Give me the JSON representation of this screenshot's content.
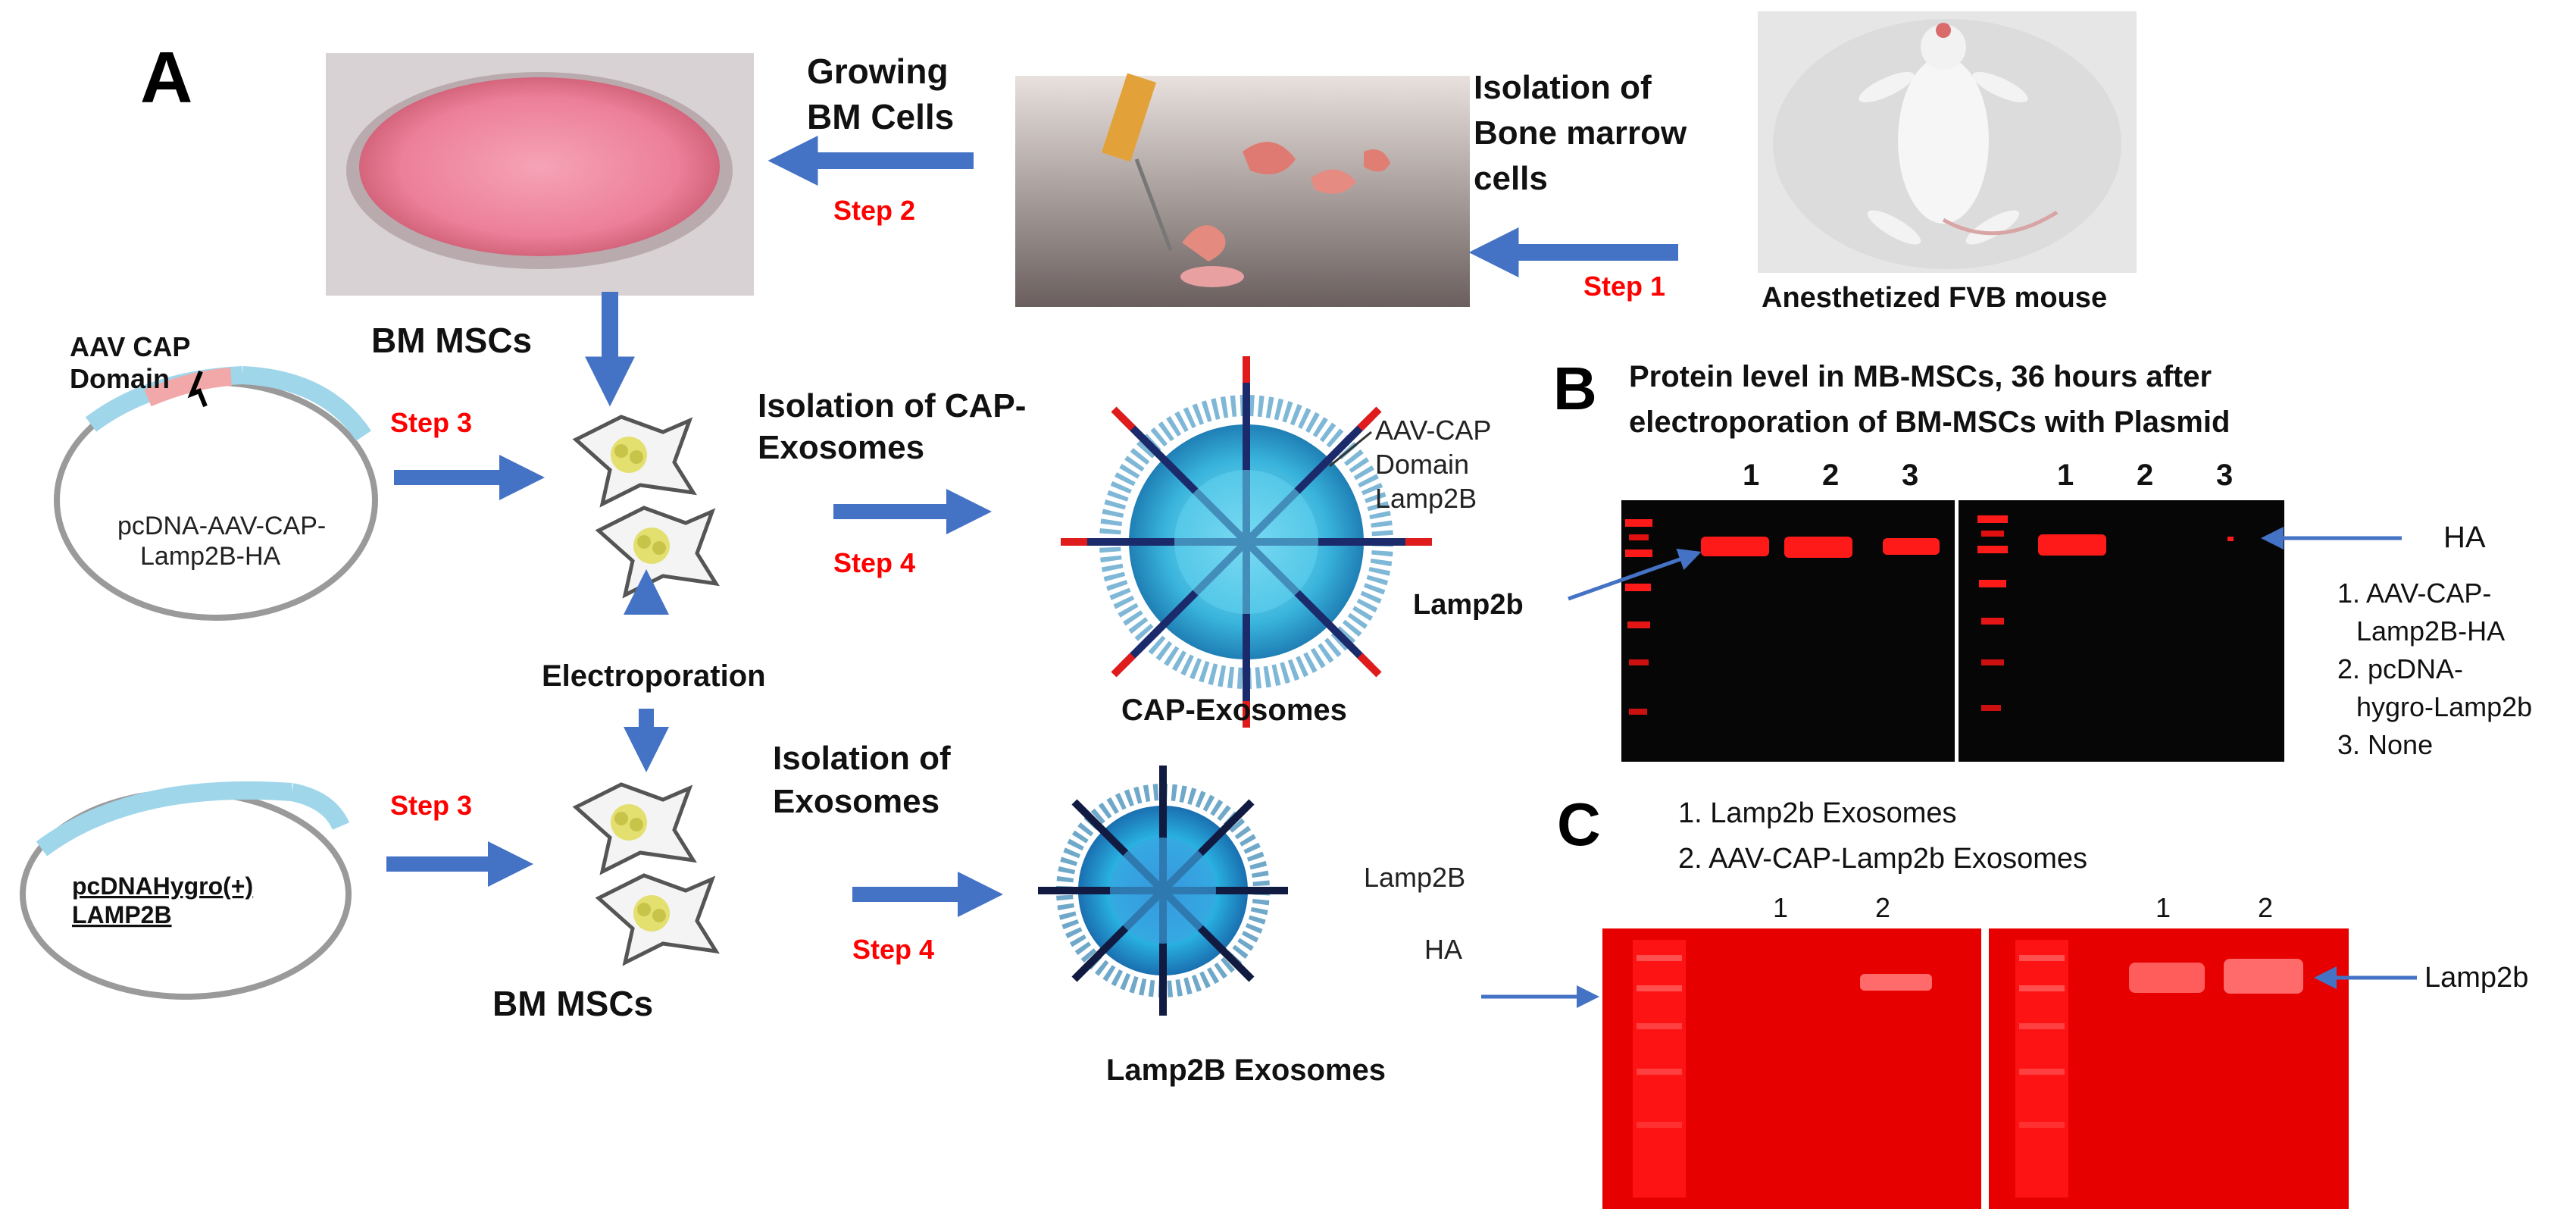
{
  "panel_labels": {
    "a": "A",
    "b": "B",
    "c": "C"
  },
  "panel_a": {
    "mouse_caption": "Anesthetized FVB mouse",
    "isolation_bm": [
      "Isolation of",
      "Bone marrow",
      "cells"
    ],
    "growing": [
      "Growing",
      "BM Cells"
    ],
    "step1": "Step 1",
    "step2": "Step 2",
    "step3_top": "Step 3",
    "step3_bottom": "Step 3",
    "step4_top": "Step 4",
    "step4_bottom": "Step 4",
    "bm_mscs_top": "BM MSCs",
    "bm_mscs_bottom": "BM MSCs",
    "electroporation": "Electroporation",
    "aav_cap_domain": [
      "AAV CAP",
      "Domain"
    ],
    "plasmid_top": [
      "pcDNA-AAV-CAP-",
      "Lamp2B-HA"
    ],
    "plasmid_bottom": [
      "pcDNAHygro(+)",
      "LAMP2B"
    ],
    "isolation_cap": [
      "Isolation of CAP-",
      "Exosomes"
    ],
    "isolation_exo": [
      "Isolation of",
      "Exosomes"
    ],
    "cap_label": [
      "AAV-CAP",
      "Domain",
      "Lamp2B"
    ],
    "cap_caption": "CAP-Exosomes",
    "lamp_label": "Lamp2B",
    "lamp_ha": "HA",
    "lamp_caption": "Lamp2B Exosomes"
  },
  "panel_b": {
    "title": [
      "Protein level in MB-MSCs, 36 hours after",
      "electroporation of BM-MSCs with Plasmid"
    ],
    "lanes": [
      "1",
      "2",
      "3"
    ],
    "lamp2b": "Lamp2b",
    "ha": "HA",
    "legend": [
      "1. AAV-CAP-",
      "Lamp2B-HA",
      "2. pcDNA-",
      "hygro-Lamp2b",
      "3. None"
    ]
  },
  "panel_c": {
    "legend": [
      "1. Lamp2b Exosomes",
      "2. AAV-CAP-Lamp2b Exosomes"
    ],
    "lanes": [
      "1",
      "2"
    ],
    "lamp2b": "Lamp2b"
  },
  "colors": {
    "arrow": "#4472c4",
    "step": "#ff0000",
    "blot_bg": "#060606",
    "band": "#ff1a1a",
    "blot_c_bg": "#e60000"
  }
}
